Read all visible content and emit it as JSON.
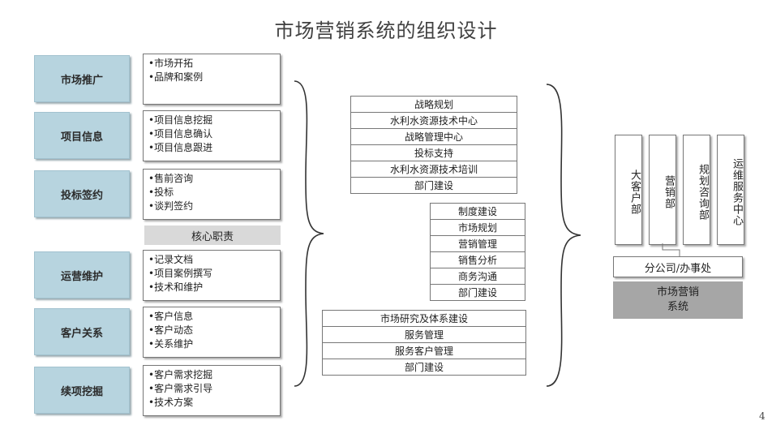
{
  "title": "市场营销系统的组织设计",
  "left_groups": [
    {
      "label": "市场推广",
      "items": [
        "•市场开拓",
        "•品牌和案例"
      ]
    },
    {
      "label": "项目信息",
      "items": [
        "•项目信息挖掘",
        "•项目信息确认",
        "•项目信息跟进"
      ]
    },
    {
      "label": "投标签约",
      "items": [
        "•售前咨询",
        "•投标",
        "•谈判签约"
      ]
    },
    {
      "label": "运营维护",
      "items": [
        "•记录文档",
        "•项目案例撰写",
        "•技术和维护"
      ]
    },
    {
      "label": "客户关系",
      "items": [
        "•客户信息",
        "•客户动态",
        "•关系维护"
      ]
    },
    {
      "label": "续项挖掘",
      "items": [
        "•客户需求挖掘",
        "•客户需求引导",
        "•技术方案"
      ]
    }
  ],
  "core_label": "核心职责",
  "center_stacks": [
    [
      "战略规划",
      "水利水资源技术中心",
      "战略管理中心",
      "投标支持",
      "水利水资源技术培训",
      "部门建设"
    ],
    [
      "制度建设",
      "市场规划",
      "营销管理",
      "销售分析",
      "商务沟通",
      "部门建设"
    ],
    [
      "市场研究及体系建设",
      "服务管理",
      "服务客户管理",
      "部门建设"
    ]
  ],
  "departments": [
    "大客户部",
    "营销部",
    "规划咨询部",
    "运维服务中心"
  ],
  "branch_label": "分公司/办事处",
  "system_label_line1": "市场营销",
  "system_label_line2": "系统",
  "corner_mark": "4"
}
